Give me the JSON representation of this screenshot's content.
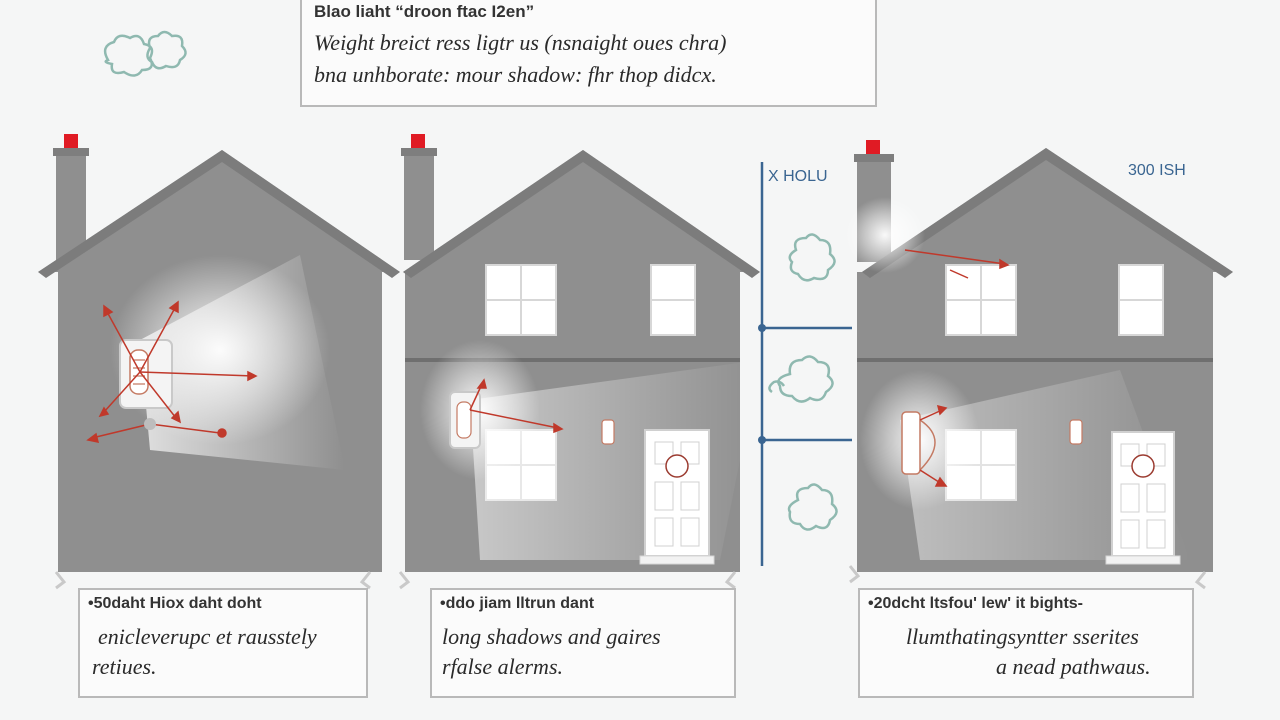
{
  "top_box": {
    "heading": "Blao liaht “droon ftac I2en”",
    "line1": "Weight breict ress ligtr us (nsnaight oues chra)",
    "line2": "bna unhborate: mour shadow: fhr thop didcx."
  },
  "timeline": {
    "label_left": "X HOLU",
    "label_right": "300 ISH"
  },
  "captions": [
    {
      "heading": "•50daht Hiox daht doht",
      "line1": "enicleverupc et rausstely",
      "line2": "retiues."
    },
    {
      "heading": "•ddo jiam lltrun dant",
      "line1": "long shadows and gaires",
      "line2": "rfalse alerms."
    },
    {
      "heading": "•20dcht ltsfou' lew' it bights-",
      "line1": "llumthatingsyntter sserites",
      "line2": "a nead pathwaus."
    }
  ],
  "colors": {
    "house": "#8f8f8f",
    "window": "#ffffff",
    "chimney_cap": "#e01b24",
    "timeline": "#3a6591",
    "smoke": "#8fb9b0",
    "arrow": "#c0392b"
  }
}
